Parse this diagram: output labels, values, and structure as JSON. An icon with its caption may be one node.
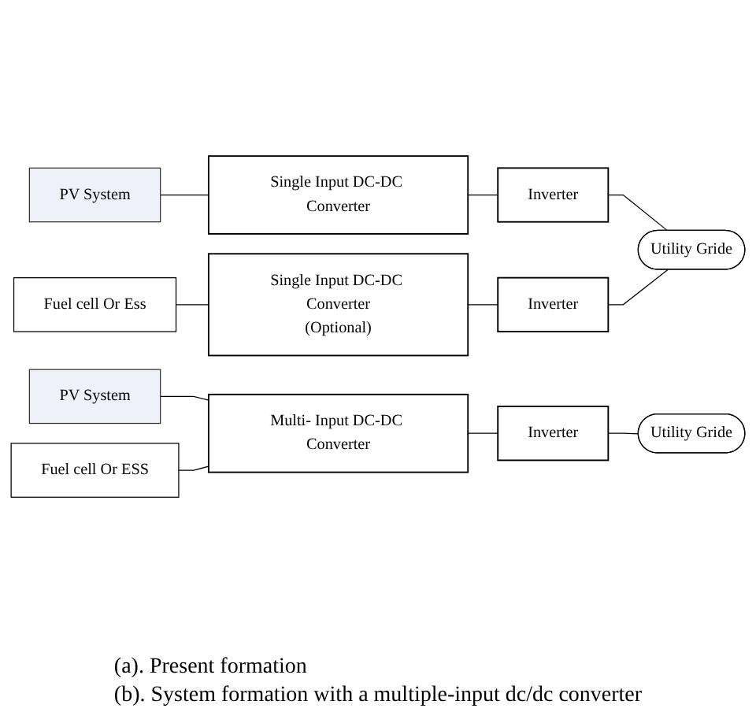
{
  "diagram": {
    "nodes": [
      {
        "text": [
          "PV System"
        ]
      },
      {
        "text": [
          "Single Input DC-DC Converter"
        ]
      },
      {
        "text": [
          "Inverter"
        ]
      },
      {
        "text": [
          "Utility Gride"
        ]
      },
      {
        "text": [
          "Fuel cell Or Ess"
        ]
      },
      {
        "text": [
          "Single Input DC-DC Converter",
          "(Optional)"
        ]
      },
      {
        "text": [
          "Inverter"
        ]
      },
      {
        "text": [
          "PV System"
        ]
      },
      {
        "text": [
          "Fuel cell Or ESS"
        ]
      },
      {
        "text": [
          "Multi- Input DC-DC Converter"
        ]
      },
      {
        "text": [
          "Inverter"
        ]
      },
      {
        "text": [
          "Utility Gride"
        ]
      }
    ],
    "edges": [
      {
        "from": 0,
        "to": 1,
        "arrow": "none"
      },
      {
        "from": 1,
        "to": 2,
        "arrow": "none"
      },
      {
        "from": 2,
        "to": 3,
        "arrow": "none"
      },
      {
        "from": 4,
        "to": 5,
        "arrow": "none"
      },
      {
        "from": 5,
        "to": 6,
        "arrow": "none"
      },
      {
        "from": 6,
        "to": 3,
        "arrow": "none"
      },
      {
        "from": 7,
        "to": 9,
        "arrow": "none"
      },
      {
        "from": 8,
        "to": 9,
        "arrow": "none"
      },
      {
        "from": 9,
        "to": 10,
        "arrow": "none"
      },
      {
        "from": 10,
        "to": 11,
        "arrow": "none"
      }
    ],
    "labels": [
      "(a). Present formation",
      "(b). System formation with a multiple-input dc/dc converter"
    ]
  }
}
